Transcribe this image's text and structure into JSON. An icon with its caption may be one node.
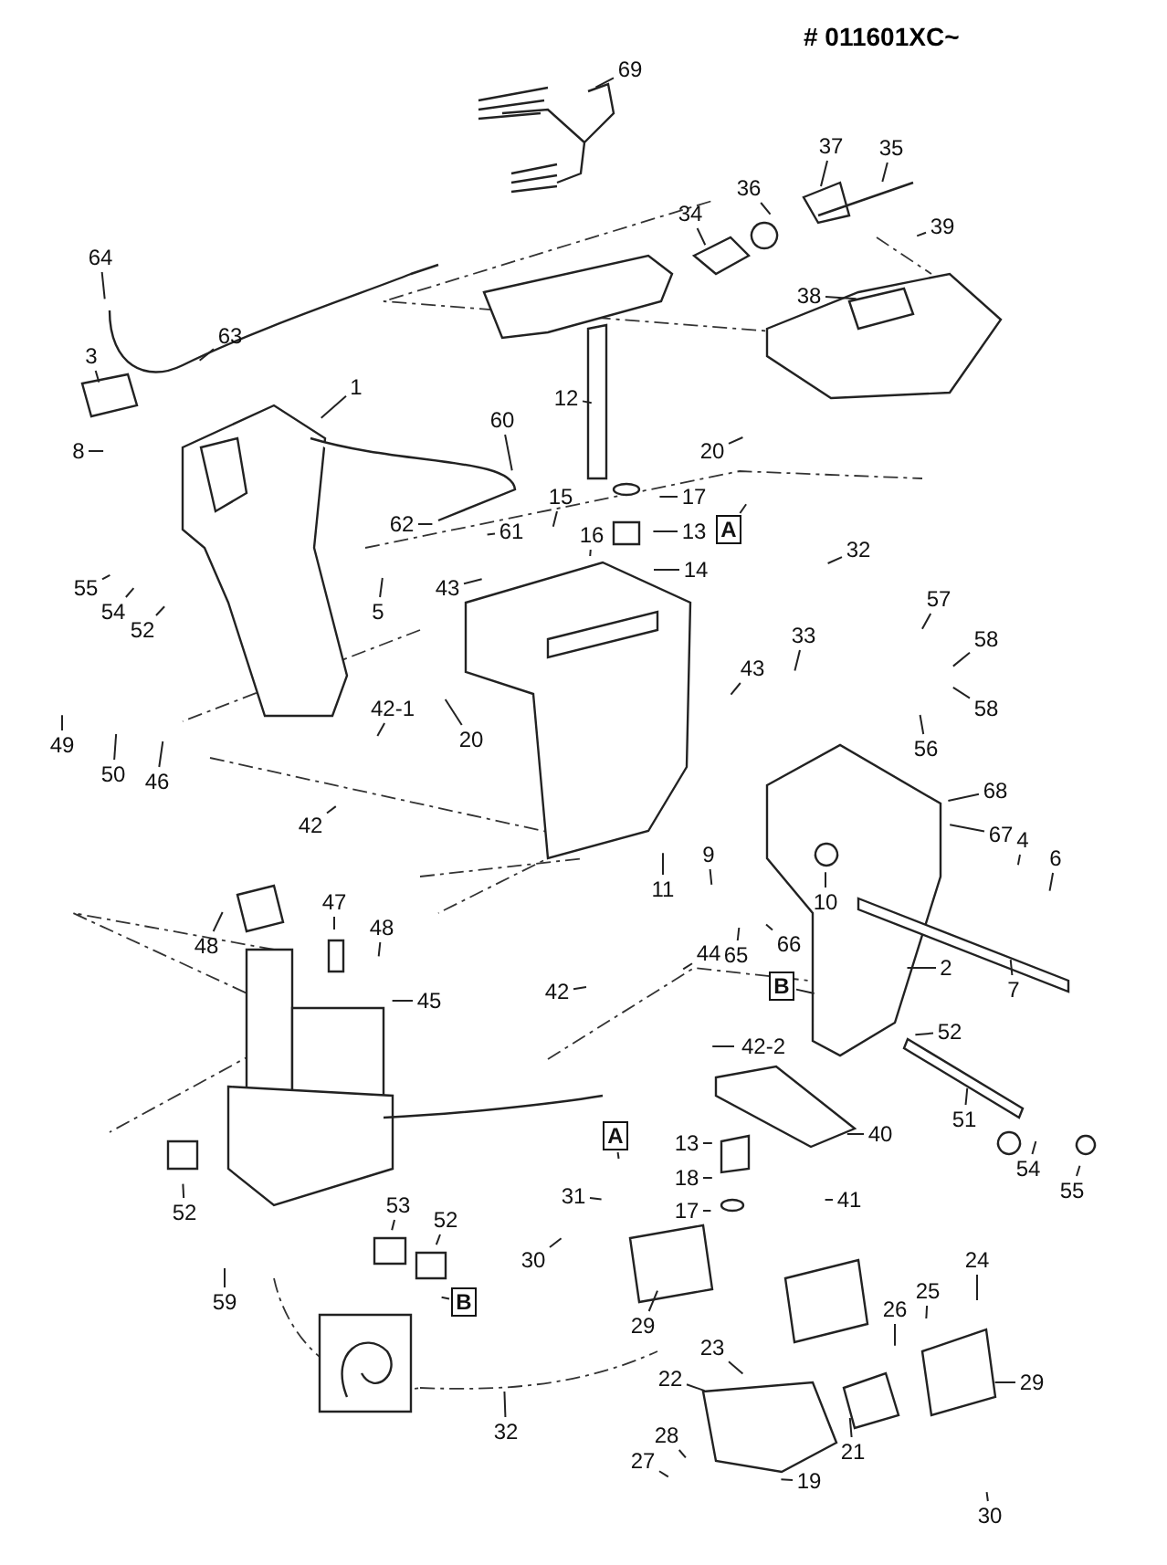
{
  "diagram": {
    "title": "# 011601XC~",
    "nodes": [
      {
        "text": [
          "69"
        ]
      },
      {
        "text": [
          "37"
        ]
      },
      {
        "text": [
          "35"
        ]
      },
      {
        "text": [
          "36"
        ]
      },
      {
        "text": [
          "34"
        ]
      },
      {
        "text": [
          "39"
        ]
      },
      {
        "text": [
          "38"
        ]
      },
      {
        "text": [
          "64"
        ]
      },
      {
        "text": [
          "63"
        ]
      },
      {
        "text": [
          "3"
        ]
      },
      {
        "text": [
          "1"
        ]
      },
      {
        "text": [
          "8"
        ]
      },
      {
        "text": [
          "60"
        ]
      },
      {
        "text": [
          "12"
        ]
      },
      {
        "text": [
          "20"
        ]
      },
      {
        "text": [
          "17"
        ]
      },
      {
        "text": [
          "13"
        ]
      },
      {
        "text": [
          "A"
        ]
      },
      {
        "text": [
          "14"
        ]
      },
      {
        "text": [
          "32"
        ]
      },
      {
        "text": [
          "62"
        ]
      },
      {
        "text": [
          "61"
        ]
      },
      {
        "text": [
          "15"
        ]
      },
      {
        "text": [
          "16"
        ]
      },
      {
        "text": [
          "43"
        ]
      },
      {
        "text": [
          "5"
        ]
      },
      {
        "text": [
          "55"
        ]
      },
      {
        "text": [
          "54"
        ]
      },
      {
        "text": [
          "52"
        ]
      },
      {
        "text": [
          "57"
        ]
      },
      {
        "text": [
          "58"
        ]
      },
      {
        "text": [
          "58"
        ]
      },
      {
        "text": [
          "33"
        ]
      },
      {
        "text": [
          "43"
        ]
      },
      {
        "text": [
          "56"
        ]
      },
      {
        "text": [
          "20"
        ]
      },
      {
        "text": [
          "42-1"
        ]
      },
      {
        "text": [
          "49"
        ]
      },
      {
        "text": [
          "50"
        ]
      },
      {
        "text": [
          "46"
        ]
      },
      {
        "text": [
          "68"
        ]
      },
      {
        "text": [
          "67"
        ]
      },
      {
        "text": [
          "4"
        ]
      },
      {
        "text": [
          "6"
        ]
      },
      {
        "text": [
          "42"
        ]
      },
      {
        "text": [
          "11"
        ]
      },
      {
        "text": [
          "9"
        ]
      },
      {
        "text": [
          "10"
        ]
      },
      {
        "text": [
          "48"
        ]
      },
      {
        "text": [
          "47"
        ]
      },
      {
        "text": [
          "48"
        ]
      },
      {
        "text": [
          "44"
        ]
      },
      {
        "text": [
          "65"
        ]
      },
      {
        "text": [
          "66"
        ]
      },
      {
        "text": [
          "2"
        ]
      },
      {
        "text": [
          "B"
        ]
      },
      {
        "text": [
          "42"
        ]
      },
      {
        "text": [
          "7"
        ]
      },
      {
        "text": [
          "45"
        ]
      },
      {
        "text": [
          "42-2"
        ]
      },
      {
        "text": [
          "52"
        ]
      },
      {
        "text": [
          "51"
        ]
      },
      {
        "text": [
          "40"
        ]
      },
      {
        "text": [
          "A"
        ]
      },
      {
        "text": [
          "13"
        ]
      },
      {
        "text": [
          "18"
        ]
      },
      {
        "text": [
          "17"
        ]
      },
      {
        "text": [
          "41"
        ]
      },
      {
        "text": [
          "54"
        ]
      },
      {
        "text": [
          "55"
        ]
      },
      {
        "text": [
          "31"
        ]
      },
      {
        "text": [
          "30"
        ]
      },
      {
        "text": [
          "53"
        ]
      },
      {
        "text": [
          "52"
        ]
      },
      {
        "text": [
          "52"
        ]
      },
      {
        "text": [
          "B"
        ]
      },
      {
        "text": [
          "59"
        ]
      },
      {
        "text": [
          "29"
        ]
      },
      {
        "text": [
          "24"
        ]
      },
      {
        "text": [
          "25"
        ]
      },
      {
        "text": [
          "26"
        ]
      },
      {
        "text": [
          "29"
        ]
      },
      {
        "text": [
          "23"
        ]
      },
      {
        "text": [
          "22"
        ]
      },
      {
        "text": [
          "21"
        ]
      },
      {
        "text": [
          "32"
        ]
      },
      {
        "text": [
          "28"
        ]
      },
      {
        "text": [
          "27"
        ]
      },
      {
        "text": [
          "19"
        ]
      },
      {
        "text": [
          "30"
        ]
      }
    ],
    "edges": [
      {
        "from": 0,
        "to": null,
        "arrow": "none"
      },
      {
        "from": 1,
        "to": null,
        "arrow": "none"
      },
      {
        "from": 2,
        "to": null,
        "arrow": "none"
      },
      {
        "from": 3,
        "to": null,
        "arrow": "none"
      },
      {
        "from": 4,
        "to": null,
        "arrow": "none"
      },
      {
        "from": 5,
        "to": null,
        "arrow": "none"
      },
      {
        "from": 6,
        "to": null,
        "arrow": "none"
      },
      {
        "from": 7,
        "to": null,
        "arrow": "none"
      },
      {
        "from": 8,
        "to": null,
        "arrow": "none"
      },
      {
        "from": 9,
        "to": null,
        "arrow": "none"
      },
      {
        "from": 10,
        "to": null,
        "arrow": "none"
      },
      {
        "from": 11,
        "to": null,
        "arrow": "none"
      },
      {
        "from": 12,
        "to": null,
        "arrow": "none"
      },
      {
        "from": 13,
        "to": null,
        "arrow": "none"
      },
      {
        "from": 14,
        "to": null,
        "arrow": "none"
      },
      {
        "from": 15,
        "to": null,
        "arrow": "none"
      },
      {
        "from": 16,
        "to": null,
        "arrow": "none"
      },
      {
        "from": 17,
        "to": null,
        "arrow": "none"
      },
      {
        "from": 18,
        "to": null,
        "arrow": "none"
      },
      {
        "from": 19,
        "to": null,
        "arrow": "none"
      },
      {
        "from": 20,
        "to": null,
        "arrow": "none"
      },
      {
        "from": 21,
        "to": null,
        "arrow": "none"
      },
      {
        "from": 22,
        "to": null,
        "arrow": "none"
      },
      {
        "from": 23,
        "to": null,
        "arrow": "none"
      },
      {
        "from": 24,
        "to": null,
        "arrow": "none"
      },
      {
        "from": 25,
        "to": null,
        "arrow": "none"
      },
      {
        "from": 26,
        "to": null,
        "arrow": "none"
      },
      {
        "from": 27,
        "to": null,
        "arrow": "none"
      },
      {
        "from": 28,
        "to": null,
        "arrow": "none"
      },
      {
        "from": 29,
        "to": null,
        "arrow": "none"
      },
      {
        "from": 30,
        "to": null,
        "arrow": "none"
      },
      {
        "from": 31,
        "to": null,
        "arrow": "none"
      },
      {
        "from": 32,
        "to": null,
        "arrow": "none"
      },
      {
        "from": 33,
        "to": null,
        "arrow": "none"
      },
      {
        "from": 34,
        "to": null,
        "arrow": "none"
      },
      {
        "from": 35,
        "to": null,
        "arrow": "none"
      },
      {
        "from": 36,
        "to": null,
        "arrow": "none"
      },
      {
        "from": 37,
        "to": null,
        "arrow": "none"
      },
      {
        "from": 38,
        "to": null,
        "arrow": "none"
      },
      {
        "from": 39,
        "to": null,
        "arrow": "none"
      },
      {
        "from": 40,
        "to": null,
        "arrow": "none"
      },
      {
        "from": 41,
        "to": null,
        "arrow": "none"
      },
      {
        "from": 42,
        "to": null,
        "arrow": "none"
      },
      {
        "from": 43,
        "to": null,
        "arrow": "none"
      },
      {
        "from": 44,
        "to": null,
        "arrow": "none"
      },
      {
        "from": 45,
        "to": null,
        "arrow": "none"
      },
      {
        "from": 46,
        "to": null,
        "arrow": "none"
      },
      {
        "from": 47,
        "to": null,
        "arrow": "none"
      },
      {
        "from": 48,
        "to": null,
        "arrow": "none"
      },
      {
        "from": 49,
        "to": null,
        "arrow": "none"
      },
      {
        "from": 50,
        "to": null,
        "arrow": "none"
      },
      {
        "from": 51,
        "to": null,
        "arrow": "none"
      },
      {
        "from": 52,
        "to": null,
        "arrow": "none"
      },
      {
        "from": 53,
        "to": null,
        "arrow": "none"
      },
      {
        "from": 54,
        "to": null,
        "arrow": "none"
      },
      {
        "from": 55,
        "to": null,
        "arrow": "none"
      },
      {
        "from": 56,
        "to": null,
        "arrow": "none"
      },
      {
        "from": 57,
        "to": null,
        "arrow": "none"
      },
      {
        "from": 58,
        "to": null,
        "arrow": "none"
      },
      {
        "from": 59,
        "to": null,
        "arrow": "none"
      },
      {
        "from": 60,
        "to": null,
        "arrow": "none"
      },
      {
        "from": 61,
        "to": null,
        "arrow": "none"
      },
      {
        "from": 62,
        "to": null,
        "arrow": "none"
      },
      {
        "from": 63,
        "to": null,
        "arrow": "none"
      },
      {
        "from": 64,
        "to": null,
        "arrow": "none"
      },
      {
        "from": 65,
        "to": null,
        "arrow": "none"
      },
      {
        "from": 66,
        "to": null,
        "arrow": "none"
      },
      {
        "from": 67,
        "to": null,
        "arrow": "none"
      },
      {
        "from": 68,
        "to": null,
        "arrow": "none"
      },
      {
        "from": 69,
        "to": null,
        "arrow": "none"
      },
      {
        "from": 70,
        "to": null,
        "arrow": "none"
      },
      {
        "from": 71,
        "to": null,
        "arrow": "none"
      },
      {
        "from": 72,
        "to": null,
        "arrow": "none"
      },
      {
        "from": 73,
        "to": null,
        "arrow": "none"
      },
      {
        "from": 74,
        "to": null,
        "arrow": "none"
      },
      {
        "from": 75,
        "to": null,
        "arrow": "none"
      },
      {
        "from": 76,
        "to": null,
        "arrow": "none"
      },
      {
        "from": 77,
        "to": null,
        "arrow": "none"
      },
      {
        "from": 78,
        "to": null,
        "arrow": "none"
      },
      {
        "from": 79,
        "to": null,
        "arrow": "none"
      },
      {
        "from": 80,
        "to": null,
        "arrow": "none"
      },
      {
        "from": 81,
        "to": null,
        "arrow": "none"
      },
      {
        "from": 82,
        "to": null,
        "arrow": "none"
      },
      {
        "from": 83,
        "to": null,
        "arrow": "none"
      },
      {
        "from": 84,
        "to": null,
        "arrow": "none"
      },
      {
        "from": 85,
        "to": null,
        "arrow": "none"
      },
      {
        "from": 86,
        "to": null,
        "arrow": "none"
      },
      {
        "from": 87,
        "to": null,
        "arrow": "none"
      },
      {
        "from": 88,
        "to": null,
        "arrow": "none"
      },
      {
        "from": 89,
        "to": null,
        "arrow": "none"
      }
    ]
  }
}
